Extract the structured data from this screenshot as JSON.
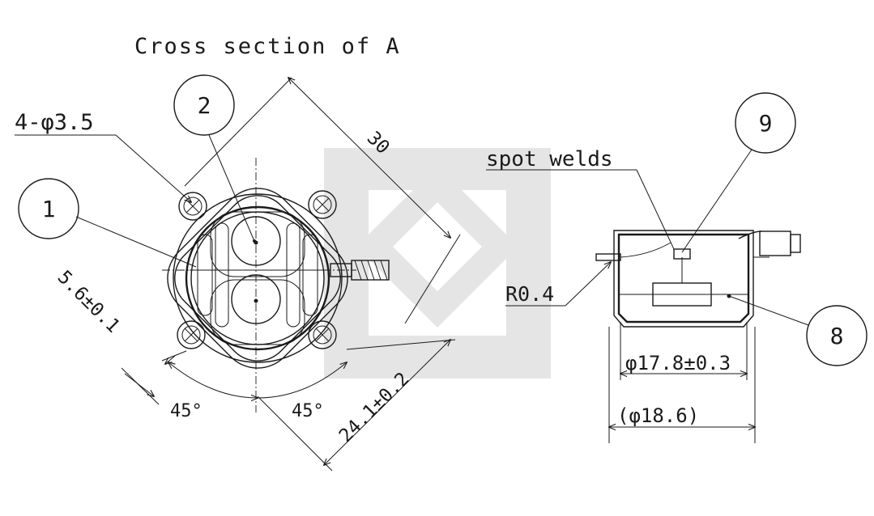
{
  "title": "Cross section of A",
  "left_view": {
    "hole_label": "4-φ3.5",
    "dim_30": "30",
    "dim_5_6": "5.6±0.1",
    "dim_24_1": "24.1±0.2",
    "angle_left": "45°",
    "angle_right": "45°",
    "callouts": [
      "1",
      "2"
    ]
  },
  "right_view": {
    "spot_welds_label": "spot welds",
    "radius_label": "R0.4",
    "dim_phi_17_8": "φ17.8±0.3",
    "dim_phi_18_6": "(φ18.6)",
    "callouts": [
      "9",
      "8"
    ]
  }
}
